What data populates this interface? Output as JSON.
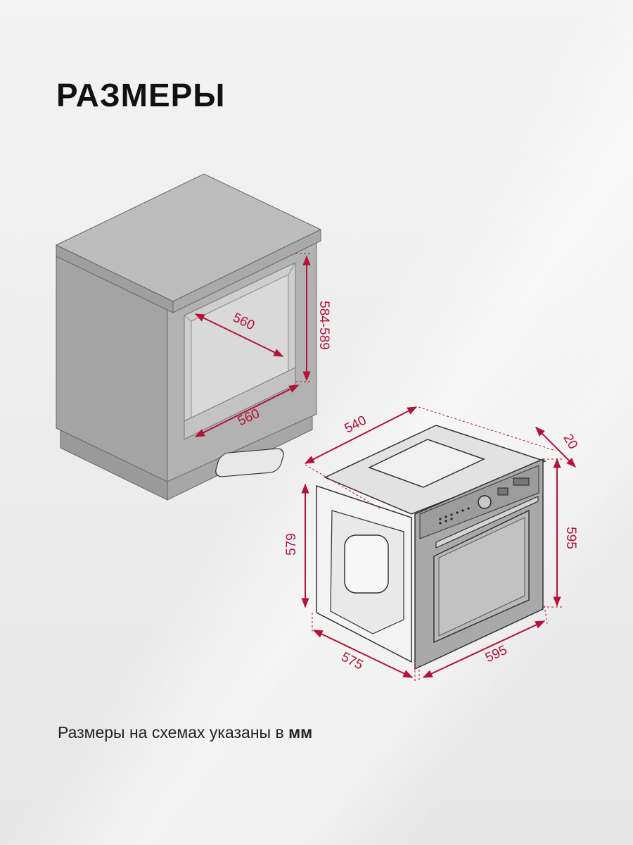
{
  "title": "РАЗМЕРЫ",
  "caption": {
    "text": "Размеры на схемах указаны в ",
    "unit": "мм"
  },
  "colors": {
    "dimension": "#b3123a",
    "cabinet": "#a9a9a9",
    "countertop": "#b8b8b8"
  },
  "dimensions": {
    "niche_depth": "560",
    "niche_width": "560",
    "niche_height": "584-589",
    "oven_depth": "540",
    "panel_thickness": "20",
    "oven_body_height": "579",
    "oven_front_height": "595",
    "oven_body_width": "575",
    "oven_front_width": "595"
  }
}
